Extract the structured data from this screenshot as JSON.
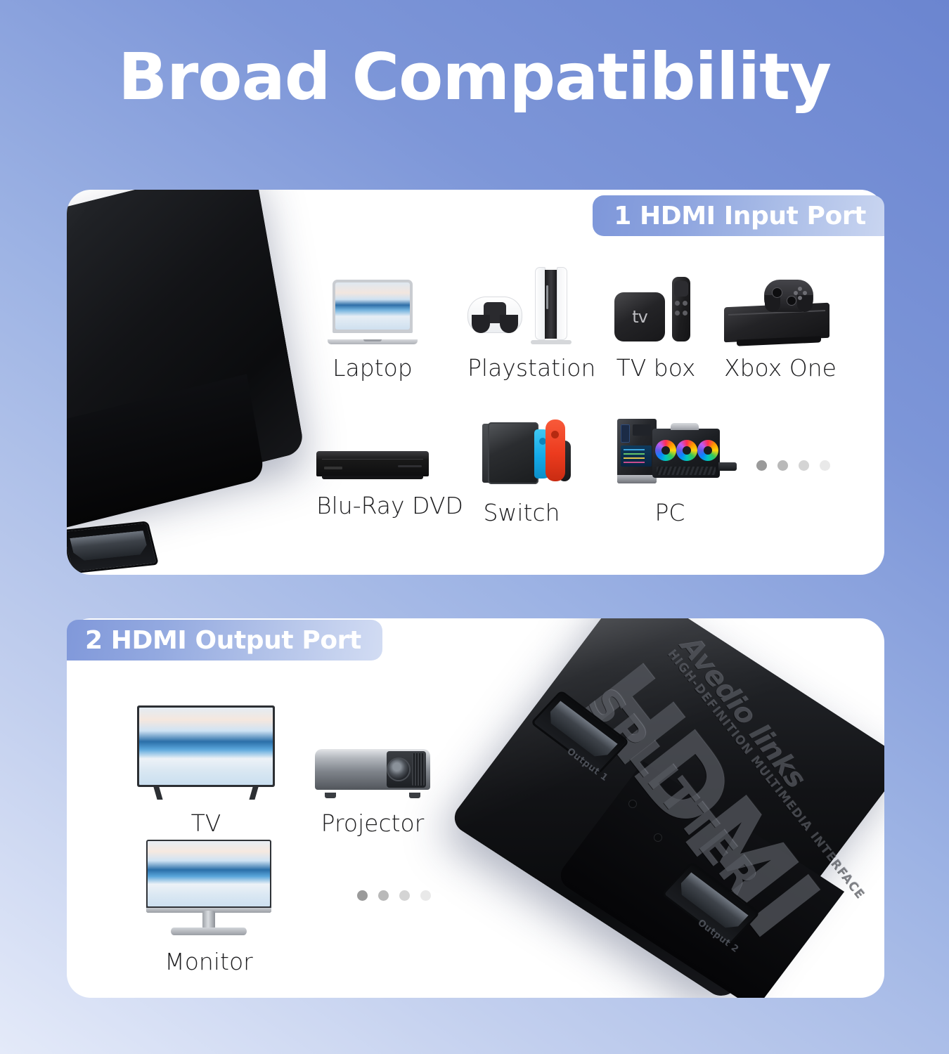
{
  "page": {
    "title": "Broad Compatibility",
    "background_top_right": "#6b85d0",
    "background_bottom_left": "#e4eaf9"
  },
  "sections": [
    {
      "badge": "1 HDMI Input Port",
      "badge_name": "input-port-badge",
      "devices": [
        {
          "label": "Laptop",
          "icon": "laptop-icon"
        },
        {
          "label": "Playstation",
          "icon": "playstation-icon"
        },
        {
          "label": "TV box",
          "icon": "tv-box-icon"
        },
        {
          "label": "Xbox One",
          "icon": "xbox-one-icon"
        },
        {
          "label": "Blu-Ray DVD",
          "icon": "bluray-dvd-icon"
        },
        {
          "label": "Switch",
          "icon": "nintendo-switch-icon"
        },
        {
          "label": "PC",
          "icon": "desktop-pc-icon"
        }
      ],
      "more_dots": 4
    },
    {
      "badge": "2 HDMI Output Port",
      "badge_name": "output-port-badge",
      "devices": [
        {
          "label": "TV",
          "icon": "television-icon"
        },
        {
          "label": "Projector",
          "icon": "projector-icon"
        },
        {
          "label": "Monitor",
          "icon": "monitor-icon"
        }
      ],
      "more_dots": 4
    }
  ],
  "tv_box_glyph": "tv",
  "product": {
    "wordmark": "HDMI",
    "registered_mark": "®",
    "subwordmark": "SPLITTER",
    "brand": "Avedio links",
    "tagline": "HIGH-DEFINITION MULTIMEDIA INTERFACE",
    "port_labels": [
      "Output 1",
      "Output 2"
    ]
  }
}
